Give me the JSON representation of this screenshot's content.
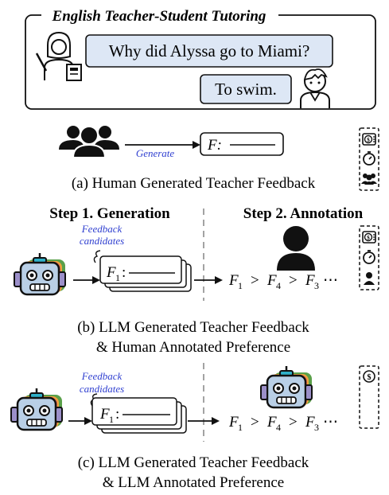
{
  "top_panel": {
    "title": "English Teacher-Student Tutoring",
    "question": "Why did Alyssa go to Miami?",
    "answer": "To swim."
  },
  "panel_a": {
    "generate_label": "Generate",
    "feedback_prefix": "F:",
    "caption": "(a) Human Generated Teacher Feedback"
  },
  "steps": {
    "step1": "Step 1. Generation",
    "step2": "Step 2. Annotation"
  },
  "panel_b": {
    "candidates_line1": "Feedback",
    "candidates_line2": "candidates",
    "card_label_main": "F",
    "card_label_sub": "1",
    "ranking": {
      "f1": "1",
      "f4": "4",
      "f3": "3",
      "ellipsis": "⋯"
    },
    "caption_line1": "(b) LLM Generated Teacher Feedback",
    "caption_line2": "& Human Annotated Preference"
  },
  "panel_c": {
    "candidates_line1": "Feedback",
    "candidates_line2": "candidates",
    "card_label_main": "F",
    "card_label_sub": "1",
    "ranking": {
      "f1": "1",
      "f4": "4",
      "f3": "3",
      "ellipsis": "⋯"
    },
    "caption_line1": "(c) LLM Generated Teacher Feedback",
    "caption_line2": "& LLM Annotated Preference"
  },
  "colors": {
    "bubble_fill": "#dde7f5",
    "accent_blue": "#2f3fd0",
    "robot_face": "#b9cfe6",
    "robot_red": "#e06b55",
    "robot_orange": "#f0a23a",
    "robot_green": "#5aa04a",
    "robot_teal": "#3aa3a8",
    "robot_purple": "#9b8fc9"
  },
  "icons": [
    "teacher-icon",
    "student-icon",
    "group-icon",
    "person-icon",
    "robot-icon",
    "money-icon",
    "timer-icon"
  ]
}
